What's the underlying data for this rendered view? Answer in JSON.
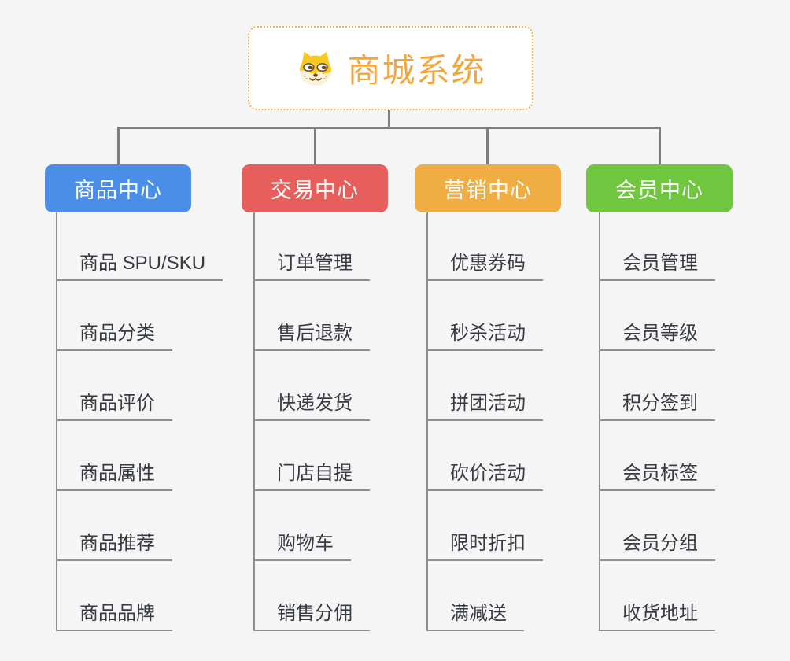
{
  "root": {
    "title": "商城系统",
    "icon": "doge-icon"
  },
  "branches": [
    {
      "label": "商品中心",
      "color": "#4a8ee8",
      "items": [
        "商品 SPU/SKU",
        "商品分类",
        "商品评价",
        "商品属性",
        "商品推荐",
        "商品品牌"
      ]
    },
    {
      "label": "交易中心",
      "color": "#e65f5c",
      "items": [
        "订单管理",
        "售后退款",
        "快递发货",
        "门店自提",
        "购物车",
        "销售分佣"
      ]
    },
    {
      "label": "营销中心",
      "color": "#efad43",
      "items": [
        "优惠券码",
        "秒杀活动",
        "拼团活动",
        "砍价活动",
        "限时折扣",
        "满减送"
      ]
    },
    {
      "label": "会员中心",
      "color": "#70c63e",
      "items": [
        "会员管理",
        "会员等级",
        "积分签到",
        "会员标签",
        "会员分组",
        "收货地址"
      ]
    }
  ],
  "colors": {
    "background": "#f5f5f6",
    "root_accent": "#f2a73e",
    "connector": "#7d7d7d",
    "leaf_line": "#8e8e8e",
    "leaf_text": "#383c42"
  }
}
